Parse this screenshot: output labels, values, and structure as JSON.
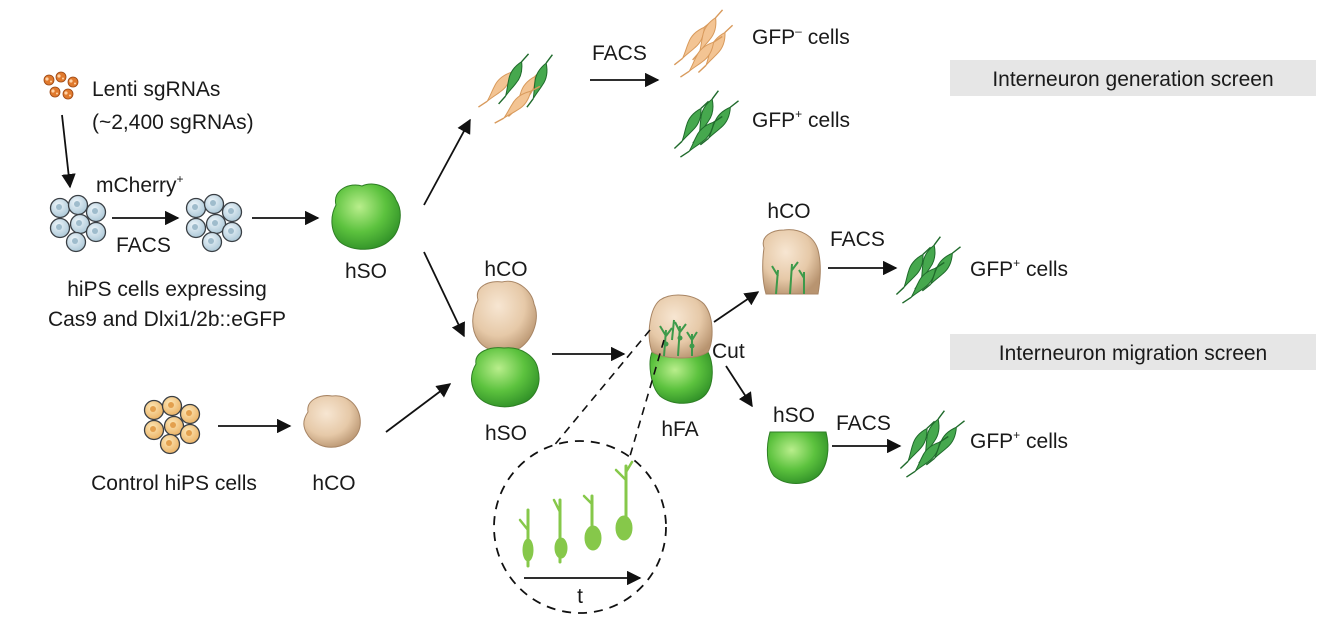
{
  "labels": {
    "lenti_sgrnas": "Lenti sgRNAs",
    "sgrna_count": "(~2,400 sgRNAs)",
    "mcherry": "mCherry",
    "mcherry_sup": "+",
    "facs_sort": "FACS",
    "hips_line1": "hiPS cells expressing",
    "hips_line2": "Cas9 and Dlxi1/2b::eGFP",
    "hso_main": "hSO",
    "facs_top": "FACS",
    "gfp_minus": "GFP",
    "gfp_minus_sup": "–",
    "cells_text": " cells",
    "gfp_plus": "GFP",
    "gfp_plus_sup": "+",
    "hco_assembloid": "hCO",
    "hso_assembloid": "hSO",
    "control_hips": "Control hiPS cells",
    "hco_control": "hCO",
    "hfa": "hFA",
    "cut": "Cut",
    "hco_cut": "hCO",
    "hso_cut": "hSO",
    "facs_hco": "FACS",
    "facs_hso": "FACS",
    "time_axis": "t"
  },
  "screens": {
    "generation": "Interneuron generation screen",
    "migration": "Interneuron migration screen"
  },
  "colors": {
    "organoid_green": "#4fb83a",
    "organoid_tan": "#e6c9a8",
    "hips_blue": "#c8dde8",
    "control_orange": "#f5c77e",
    "neuron_green": "#3c9a4a",
    "neuron_tan": "#f1bf8f",
    "virus_orange": "#e07a2e",
    "banner_gray": "#e6e6e6"
  }
}
